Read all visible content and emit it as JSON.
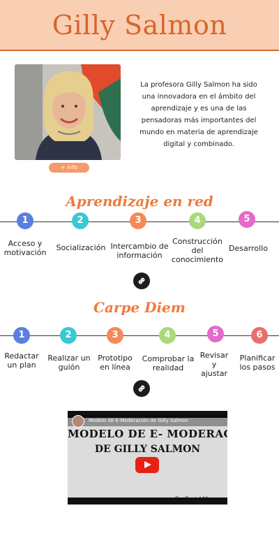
{
  "header": {
    "title": "Gilly Salmon"
  },
  "profile": {
    "info_label": "+ info",
    "bio": "La profesora Gilly Salmon ha sido una innovadora en el ámbito del aprendizaje y es una de las pensadoras más importantes del mundo en materia de aprendizaje digital y combinado."
  },
  "section1": {
    "title": "Aprendizaje en red",
    "steps": [
      {
        "num": "1",
        "label": "Acceso y motivación",
        "color": "#5b7fe0"
      },
      {
        "num": "2",
        "label": "Socialización",
        "color": "#39c9d3"
      },
      {
        "num": "3",
        "label": "Intercambio de información",
        "color": "#f58a57"
      },
      {
        "num": "4",
        "label": "Construcción del conocimiento",
        "color": "#a9d97a"
      },
      {
        "num": "5",
        "label": "Desarrollo",
        "color": "#e46ac9"
      }
    ]
  },
  "section2": {
    "title": "Carpe Diem",
    "steps": [
      {
        "num": "1",
        "label": "Redactar un plan",
        "color": "#5b7fe0"
      },
      {
        "num": "2",
        "label": "Realizar un guión",
        "color": "#39c9d3"
      },
      {
        "num": "3",
        "label": "Prototipo en línea",
        "color": "#f58a57"
      },
      {
        "num": "4",
        "label": "Comprobar la realidad",
        "color": "#a9d97a"
      },
      {
        "num": "5",
        "label": "Revisar y ajustar",
        "color": "#e46ac9"
      },
      {
        "num": "6",
        "label": "Planificar los pasos",
        "color": "#e8706c"
      }
    ]
  },
  "video": {
    "title": "Modelo de E-Moderación de Gilly Salmon",
    "heading_line1": "MODELO DE E- MODERACIÓN",
    "heading_line2": "DE GILLY SALMON",
    "credit": "Por Daniel Marquez"
  },
  "icons": {
    "link": "link-icon",
    "play": "play-icon"
  }
}
